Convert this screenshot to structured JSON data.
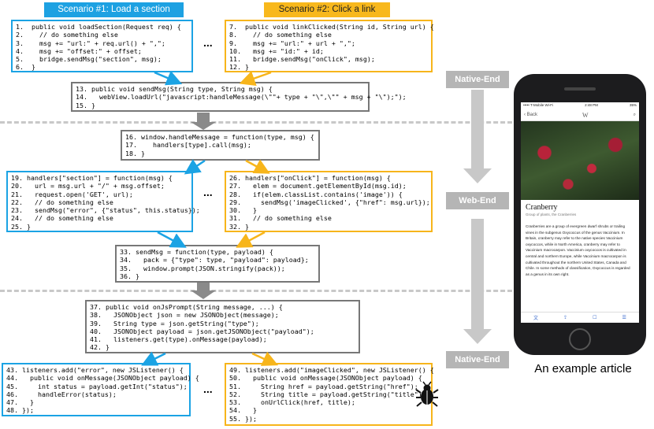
{
  "headers": {
    "scenario1": "Scenario #1: Load a section",
    "scenario2": "Scenario #2: Click a link"
  },
  "layers": {
    "native_end_top": "Native-End",
    "web_end": "Web-End",
    "native_end_bottom": "Native-End"
  },
  "caption": "An example article",
  "ellipsis": "...",
  "code": {
    "box1": [
      "1.  public void loadSection(Request req) {",
      "2.    // do something else",
      "3.    msg += \"url:\" + req.url() + \",\";",
      "4.    msg += \"offset:\" + offset;",
      "5.    bridge.sendMsg(\"section\", msg);",
      "6.  }"
    ],
    "box2": [
      "7.  public void linkClicked(String id, String url) {",
      "8.    // do something else",
      "9.    msg += \"url:\" + url + \",\";",
      "10.   msg += \"id:\" + id;",
      "11.   bridge.sendMsg(\"onClick\", msg);",
      "12. }"
    ],
    "box3": [
      "13. public void sendMsg(String type, String msg) {",
      "14.   webView.loadUrl(\"javascript:handleMessage(\\\"\"+ type + \"\\\",\\\"\" + msg + \"\\\");\");",
      "15. }"
    ],
    "box4": [
      "16. window.handleMessage = function(type, msg) {",
      "17.    handlers[type].call(msg);",
      "18. }"
    ],
    "box5": [
      "19. handlers[\"section\"] = function(msg) {",
      "20.   url = msg.url + \"/\" + msg.offset;",
      "21.   request.open('GET', url);",
      "22.   // do something else",
      "23.   sendMsg(\"error\", {\"status\", this.status});",
      "24.   // do something else",
      "25. }"
    ],
    "box6": [
      "26. handlers[\"onClick\"] = function(msg) {",
      "27.   elem = document.getElementById(msg.id);",
      "28.   if(elem.classList.contains('image')) {",
      "29.     sendMsg('imageClicked', {\"href\": msg.url});",
      "30.   }",
      "31.   // do something else",
      "32. }"
    ],
    "box7": [
      "33. sendMsg = function(type, payload) {",
      "34.   pack = {\"type\": type, \"payload\": payload};",
      "35.   window.prompt(JSON.stringify(pack));",
      "36. }"
    ],
    "box8": [
      "37. public void onJsPrompt(String message, ...) {",
      "38.   JSONObject json = new JSONObject(message);",
      "39.   String type = json.getString(\"type\");",
      "40.   JSONObject payload = json.getJSONObject(\"payload\");",
      "41.   listeners.get(type).onMessage(payload);",
      "42. }"
    ],
    "box9": [
      "43. listeners.add(\"error\", new JSListener() {",
      "44.   public void onMessage(JSONObject payload) {",
      "45.     int status = payload.getInt(\"status\");",
      "46.     handleError(status);",
      "47.   }",
      "48. });"
    ],
    "box10": [
      "49. listeners.add(\"imageClicked\", new JSListener() {",
      "50.   public void onMessage(JSONObject payload) {",
      "51.     String href = payload.getString(\"href\");",
      "52.     String title = payload.getString(\"title\");",
      "53.     onUrlClick(href, title);",
      "54.   }",
      "55. });"
    ]
  },
  "phone": {
    "carrier": "••••• T-Mobile Wi-Fi",
    "time": "2:48 PM",
    "battery": "35%",
    "back_label": "Back",
    "logo": "W",
    "article_title": "Cranberry",
    "article_subtitle": "Group of plants, the Cranberries",
    "article_body": "Cranberries are a group of evergreen dwarf shrubs or trailing vines in the subgenus Oxycoccus of the genus Vaccinium. In Britain, cranberry may refer to the native species Vaccinium oxycoccos, while in North America, cranberry may refer to Vaccinium macrocarpon. Vaccinium oxycoccos is cultivated in central and northern Europe, while Vaccinium macrocarpon is cultivated throughout the northern United States, Canada and Chile. In some methods of classification, Oxycoccus is regarded as a genus in its own right."
  },
  "colors": {
    "scenario1": "#1da1e2",
    "scenario2": "#f8b81c",
    "neutral": "#777777"
  }
}
